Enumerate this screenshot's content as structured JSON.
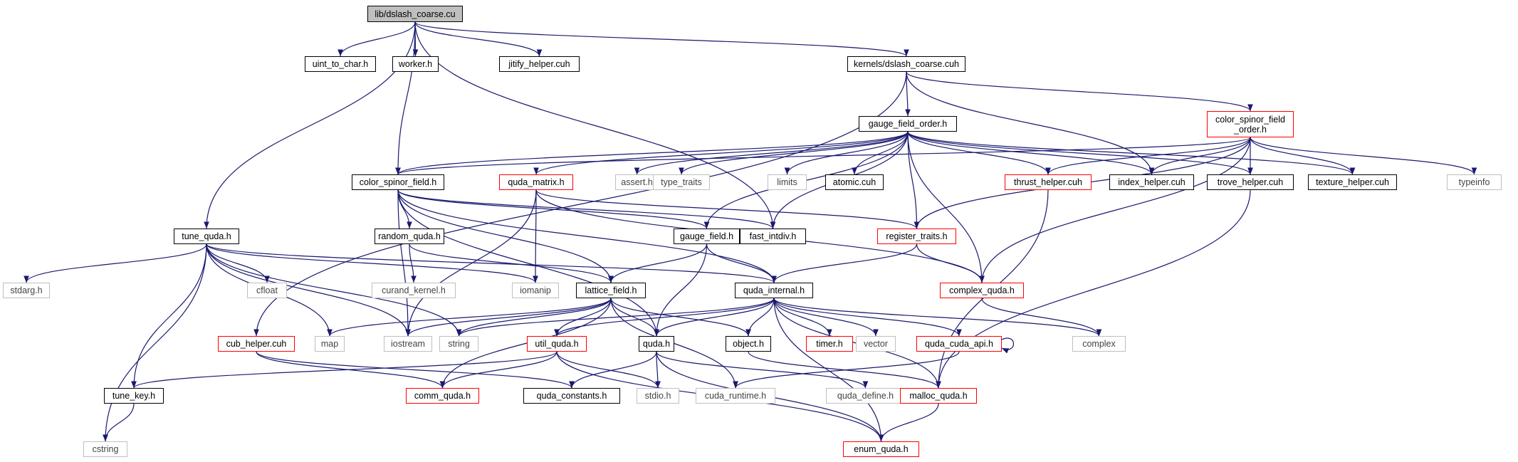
{
  "colors": {
    "edge": "#191970",
    "node_border": "#000000",
    "cycle_node_border": "#ff0000",
    "system_header_border": "#bfbfbf",
    "root_fill": "#bfbfbf"
  },
  "nodes": [
    {
      "id": "root",
      "label": "lib/dslash_coarse.cu",
      "style": "root"
    },
    {
      "id": "uint_to_char",
      "label": "uint_to_char.h",
      "style": "black"
    },
    {
      "id": "worker",
      "label": "worker.h",
      "style": "black"
    },
    {
      "id": "jitify_helper",
      "label": "jitify_helper.cuh",
      "style": "black"
    },
    {
      "id": "kernels_dslash_coarse",
      "label": "kernels/dslash_coarse.cuh",
      "style": "black"
    },
    {
      "id": "gauge_field_order",
      "label": "gauge_field_order.h",
      "style": "black"
    },
    {
      "id": "color_spinor_field_order",
      "label": "color_spinor_field\n_order.h",
      "style": "red"
    },
    {
      "id": "color_spinor_field",
      "label": "color_spinor_field.h",
      "style": "black"
    },
    {
      "id": "quda_matrix",
      "label": "quda_matrix.h",
      "style": "red"
    },
    {
      "id": "assert",
      "label": "assert.h",
      "style": "gray"
    },
    {
      "id": "type_traits",
      "label": "type_traits",
      "style": "gray"
    },
    {
      "id": "limits",
      "label": "limits",
      "style": "gray"
    },
    {
      "id": "atomic",
      "label": "atomic.cuh",
      "style": "black"
    },
    {
      "id": "thrust_helper",
      "label": "thrust_helper.cuh",
      "style": "red"
    },
    {
      "id": "index_helper",
      "label": "index_helper.cuh",
      "style": "black"
    },
    {
      "id": "trove_helper",
      "label": "trove_helper.cuh",
      "style": "black"
    },
    {
      "id": "texture_helper",
      "label": "texture_helper.cuh",
      "style": "black"
    },
    {
      "id": "typeinfo",
      "label": "typeinfo",
      "style": "gray"
    },
    {
      "id": "tune_quda",
      "label": "tune_quda.h",
      "style": "black"
    },
    {
      "id": "random_quda",
      "label": "random_quda.h",
      "style": "black"
    },
    {
      "id": "gauge_field",
      "label": "gauge_field.h",
      "style": "black"
    },
    {
      "id": "fast_intdiv",
      "label": "fast_intdiv.h",
      "style": "black"
    },
    {
      "id": "register_traits",
      "label": "register_traits.h",
      "style": "red"
    },
    {
      "id": "stdarg",
      "label": "stdarg.h",
      "style": "gray"
    },
    {
      "id": "cfloat",
      "label": "cfloat",
      "style": "gray"
    },
    {
      "id": "curand_kernel",
      "label": "curand_kernel.h",
      "style": "gray"
    },
    {
      "id": "iomanip",
      "label": "iomanip",
      "style": "gray"
    },
    {
      "id": "lattice_field",
      "label": "lattice_field.h",
      "style": "black"
    },
    {
      "id": "quda_internal",
      "label": "quda_internal.h",
      "style": "black"
    },
    {
      "id": "complex_quda",
      "label": "complex_quda.h",
      "style": "red"
    },
    {
      "id": "cub_helper",
      "label": "cub_helper.cuh",
      "style": "red"
    },
    {
      "id": "map",
      "label": "map",
      "style": "gray"
    },
    {
      "id": "iostream",
      "label": "iostream",
      "style": "gray"
    },
    {
      "id": "string",
      "label": "string",
      "style": "gray"
    },
    {
      "id": "util_quda",
      "label": "util_quda.h",
      "style": "red"
    },
    {
      "id": "quda",
      "label": "quda.h",
      "style": "black"
    },
    {
      "id": "object",
      "label": "object.h",
      "style": "black"
    },
    {
      "id": "timer",
      "label": "timer.h",
      "style": "red"
    },
    {
      "id": "vector",
      "label": "vector",
      "style": "gray"
    },
    {
      "id": "quda_cuda_api",
      "label": "quda_cuda_api.h",
      "style": "red"
    },
    {
      "id": "complex",
      "label": "complex",
      "style": "gray"
    },
    {
      "id": "tune_key",
      "label": "tune_key.h",
      "style": "black"
    },
    {
      "id": "comm_quda",
      "label": "comm_quda.h",
      "style": "red"
    },
    {
      "id": "quda_constants",
      "label": "quda_constants.h",
      "style": "black"
    },
    {
      "id": "stdio",
      "label": "stdio.h",
      "style": "gray"
    },
    {
      "id": "cuda_runtime",
      "label": "cuda_runtime.h",
      "style": "gray"
    },
    {
      "id": "quda_define",
      "label": "quda_define.h",
      "style": "gray"
    },
    {
      "id": "malloc_quda",
      "label": "malloc_quda.h",
      "style": "red"
    },
    {
      "id": "cstring",
      "label": "cstring",
      "style": "gray"
    },
    {
      "id": "enum_quda",
      "label": "enum_quda.h",
      "style": "red"
    }
  ],
  "edges": [
    [
      "root",
      "uint_to_char"
    ],
    [
      "root",
      "worker"
    ],
    [
      "root",
      "jitify_helper"
    ],
    [
      "root",
      "kernels_dslash_coarse"
    ],
    [
      "root",
      "color_spinor_field"
    ],
    [
      "root",
      "tune_quda"
    ],
    [
      "root",
      "fast_intdiv"
    ],
    [
      "kernels_dslash_coarse",
      "gauge_field_order"
    ],
    [
      "kernels_dslash_coarse",
      "color_spinor_field_order"
    ],
    [
      "kernels_dslash_coarse",
      "cub_helper"
    ],
    [
      "kernels_dslash_coarse",
      "index_helper"
    ],
    [
      "gauge_field_order",
      "color_spinor_field"
    ],
    [
      "gauge_field_order",
      "quda_matrix"
    ],
    [
      "gauge_field_order",
      "assert"
    ],
    [
      "gauge_field_order",
      "type_traits"
    ],
    [
      "gauge_field_order",
      "limits"
    ],
    [
      "gauge_field_order",
      "atomic"
    ],
    [
      "gauge_field_order",
      "thrust_helper"
    ],
    [
      "gauge_field_order",
      "index_helper"
    ],
    [
      "gauge_field_order",
      "trove_helper"
    ],
    [
      "gauge_field_order",
      "texture_helper"
    ],
    [
      "gauge_field_order",
      "gauge_field"
    ],
    [
      "gauge_field_order",
      "fast_intdiv"
    ],
    [
      "gauge_field_order",
      "register_traits"
    ],
    [
      "gauge_field_order",
      "complex_quda"
    ],
    [
      "color_spinor_field_order",
      "color_spinor_field"
    ],
    [
      "color_spinor_field_order",
      "thrust_helper"
    ],
    [
      "color_spinor_field_order",
      "index_helper"
    ],
    [
      "color_spinor_field_order",
      "trove_helper"
    ],
    [
      "color_spinor_field_order",
      "texture_helper"
    ],
    [
      "color_spinor_field_order",
      "typeinfo"
    ],
    [
      "color_spinor_field_order",
      "register_traits"
    ],
    [
      "color_spinor_field_order",
      "complex_quda"
    ],
    [
      "color_spinor_field",
      "random_quda"
    ],
    [
      "color_spinor_field",
      "gauge_field"
    ],
    [
      "color_spinor_field",
      "fast_intdiv"
    ],
    [
      "color_spinor_field",
      "lattice_field"
    ],
    [
      "color_spinor_field",
      "quda_internal"
    ],
    [
      "color_spinor_field",
      "iostream"
    ],
    [
      "color_spinor_field",
      "quda"
    ],
    [
      "quda_matrix",
      "iomanip"
    ],
    [
      "quda_matrix",
      "register_traits"
    ],
    [
      "quda_matrix",
      "complex_quda"
    ],
    [
      "quda_matrix",
      "iostream"
    ],
    [
      "tune_quda",
      "stdarg"
    ],
    [
      "tune_quda",
      "cfloat"
    ],
    [
      "tune_quda",
      "iomanip"
    ],
    [
      "tune_quda",
      "quda_internal"
    ],
    [
      "tune_quda",
      "map"
    ],
    [
      "tune_quda",
      "iostream"
    ],
    [
      "tune_quda",
      "string"
    ],
    [
      "tune_quda",
      "tune_key"
    ],
    [
      "tune_quda",
      "cstring"
    ],
    [
      "random_quda",
      "curand_kernel"
    ],
    [
      "random_quda",
      "lattice_field"
    ],
    [
      "gauge_field",
      "lattice_field"
    ],
    [
      "gauge_field",
      "quda_internal"
    ],
    [
      "gauge_field",
      "quda"
    ],
    [
      "register_traits",
      "quda_internal"
    ],
    [
      "register_traits",
      "complex_quda"
    ],
    [
      "lattice_field",
      "map"
    ],
    [
      "lattice_field",
      "iostream"
    ],
    [
      "lattice_field",
      "string"
    ],
    [
      "lattice_field",
      "util_quda"
    ],
    [
      "lattice_field",
      "quda"
    ],
    [
      "lattice_field",
      "object"
    ],
    [
      "lattice_field",
      "comm_quda"
    ],
    [
      "lattice_field",
      "cuda_runtime"
    ],
    [
      "quda_internal",
      "util_quda"
    ],
    [
      "quda_internal",
      "quda"
    ],
    [
      "quda_internal",
      "object"
    ],
    [
      "quda_internal",
      "timer"
    ],
    [
      "quda_internal",
      "vector"
    ],
    [
      "quda_internal",
      "quda_cuda_api"
    ],
    [
      "quda_internal",
      "complex"
    ],
    [
      "quda_internal",
      "string"
    ],
    [
      "quda_internal",
      "malloc_quda"
    ],
    [
      "quda_internal",
      "enum_quda"
    ],
    [
      "complex_quda",
      "complex"
    ],
    [
      "cub_helper",
      "comm_quda"
    ],
    [
      "cub_helper",
      "quda_constants"
    ],
    [
      "util_quda",
      "tune_key"
    ],
    [
      "util_quda",
      "comm_quda"
    ],
    [
      "util_quda",
      "stdio"
    ],
    [
      "util_quda",
      "enum_quda"
    ],
    [
      "quda",
      "quda_constants"
    ],
    [
      "quda",
      "stdio"
    ],
    [
      "quda",
      "quda_define"
    ],
    [
      "quda",
      "enum_quda"
    ],
    [
      "object",
      "malloc_quda"
    ],
    [
      "quda_cuda_api",
      "cuda_runtime"
    ],
    [
      "quda_cuda_api",
      "quda_cuda_api"
    ],
    [
      "thrust_helper",
      "malloc_quda"
    ],
    [
      "trove_helper",
      "malloc_quda"
    ],
    [
      "tune_key",
      "cstring"
    ],
    [
      "malloc_quda",
      "enum_quda"
    ]
  ]
}
